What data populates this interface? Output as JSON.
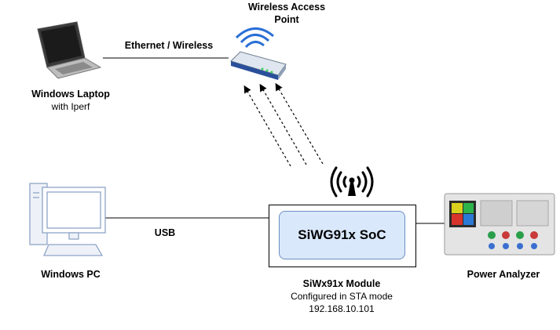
{
  "laptop": {
    "title": "Windows Laptop",
    "subtitle": "with Iperf",
    "icon": "laptop-icon"
  },
  "access_point": {
    "title_line1": "Wireless Access",
    "title_line2": "Point",
    "icon": "wireless-router-icon"
  },
  "pc": {
    "title": "Windows PC",
    "icon": "desktop-pc-icon"
  },
  "power_analyzer": {
    "title": "Power Analyzer",
    "icon": "power-analyzer-icon"
  },
  "module": {
    "chip_label": "SiWG91x SoC",
    "title": "SiWx91x Module",
    "mode": "Configured in STA mode",
    "ip": "192.168.10.101"
  },
  "links": {
    "laptop_ap": "Ethernet / Wireless",
    "pc_module": "USB"
  },
  "icons": {
    "antenna": "antenna-signal-icon"
  },
  "colors": {
    "chip_fill": "#dae8fc",
    "chip_border": "#6c8ebf",
    "wifi_blue": "#2a6fd6"
  }
}
